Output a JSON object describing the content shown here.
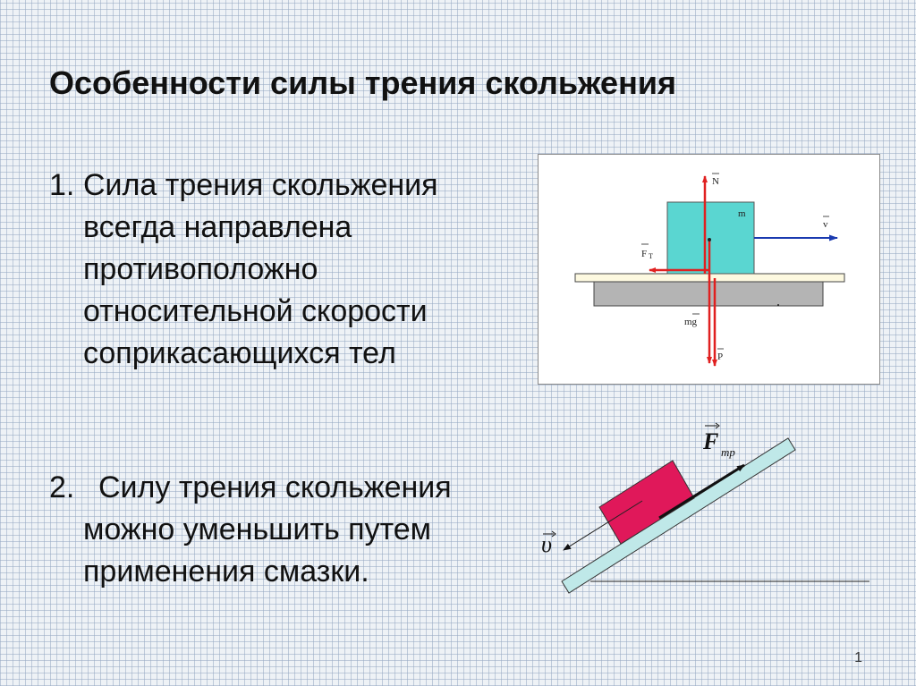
{
  "slide": {
    "title": "Особенности силы трения скольжения",
    "page_number": "1"
  },
  "points": [
    {
      "number": "1.",
      "lines": [
        "Сила трения скольжения",
        "всегда направлена",
        "противоположно",
        "относительной скорости",
        "соприкасающихся тел"
      ]
    },
    {
      "number": "2.",
      "lines": [
        "Силу трения скольжения",
        "можно уменьшить путем",
        "применения смазки."
      ]
    }
  ],
  "figure_block": {
    "labels": {
      "normal": "N",
      "mass": "m",
      "velocity": "v",
      "friction": "F",
      "friction_sub": "T",
      "gravity": "mg",
      "weight": "P"
    },
    "colors": {
      "block": "#5ad6d1",
      "board": "#fdf9e0",
      "table": "#b4b4b4",
      "force": "#e02020",
      "velocity": "#1a3ab0"
    }
  },
  "figure_incline": {
    "labels": {
      "friction": "F",
      "friction_sub": "тр",
      "velocity": "υ"
    },
    "colors": {
      "block": "#e0185a",
      "plane": "#bfe8e8"
    }
  }
}
